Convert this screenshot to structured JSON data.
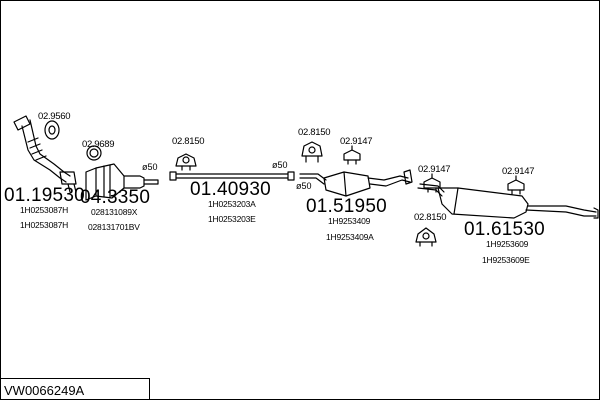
{
  "model": "VW0066249A",
  "parts": [
    {
      "id": "front_pipe",
      "number": "01.19530",
      "refs": [
        "1H0253087H",
        "1H0253087H"
      ]
    },
    {
      "id": "catalyst",
      "number": "04.3350",
      "refs": [
        "028131089X",
        "028131701BV"
      ]
    },
    {
      "id": "intermediate_pipe",
      "number": "01.40930",
      "refs": [
        "1H0253203A",
        "1H0253203E"
      ]
    },
    {
      "id": "middle_silencer",
      "number": "01.51950",
      "refs": [
        "1H9253409",
        "1H9253409A"
      ]
    },
    {
      "id": "rear_silencer",
      "number": "01.61530",
      "refs": [
        "1H9253609",
        "1H9253609E"
      ]
    }
  ],
  "accessories": {
    "gasket_front": "02.9560",
    "clamp_cat": "02.9689",
    "rubber_mount_1": "02.8150",
    "rubber_mount_2": "02.8150",
    "clamp_mid": "02.9147",
    "clamp_rear_1": "02.9147",
    "clamp_rear_2": "02.9147",
    "rubber_mount_3": "02.8150"
  },
  "diameters": {
    "d1": "ø50",
    "d2": "ø50",
    "d3": "ø50"
  }
}
